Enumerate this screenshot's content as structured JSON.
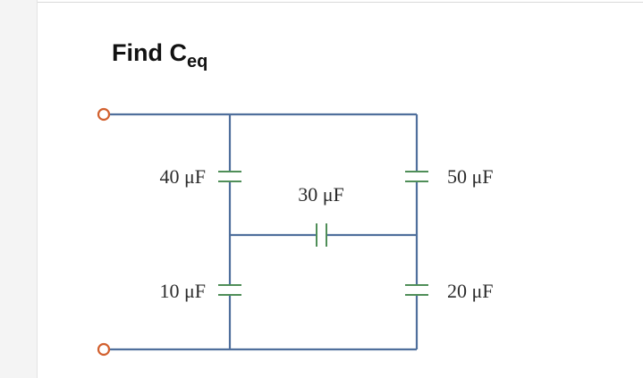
{
  "problem": {
    "title_main": "Find C",
    "title_sub": "eq"
  },
  "circuit": {
    "wire_color": "#4f6f9c",
    "capacitors": [
      {
        "id": "c1",
        "label": "40 μF"
      },
      {
        "id": "c2",
        "label": "10 μF"
      },
      {
        "id": "c3",
        "label": "30 μF"
      },
      {
        "id": "c4",
        "label": "50 μF"
      },
      {
        "id": "c5",
        "label": "20 μF"
      }
    ]
  },
  "icons": {
    "terminal": "terminal-icon",
    "capacitor": "capacitor-icon"
  }
}
